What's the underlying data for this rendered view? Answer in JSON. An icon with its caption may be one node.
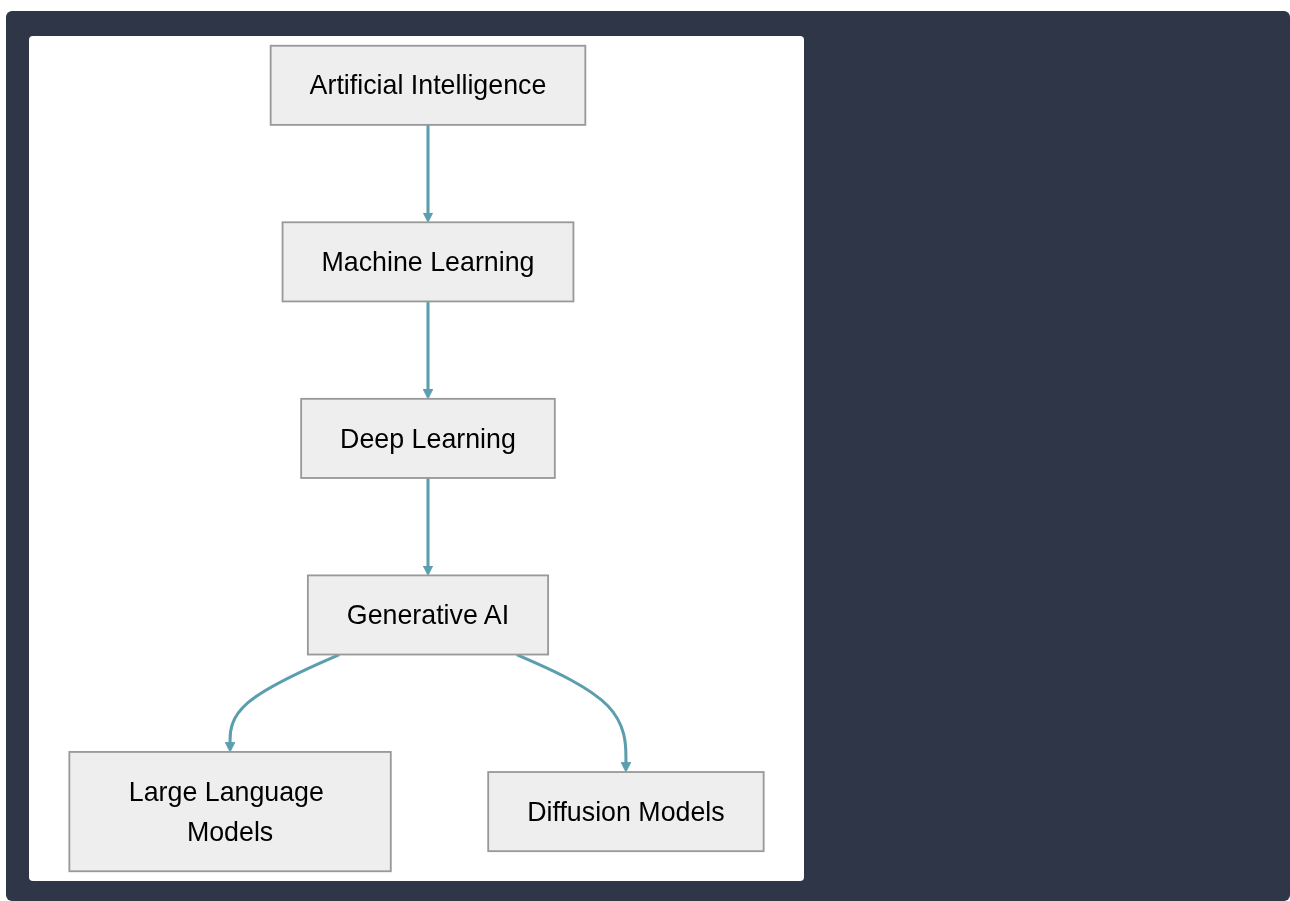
{
  "diagram": {
    "nodes": [
      {
        "text": [
          "Artificial Intelligence"
        ]
      },
      {
        "text": [
          "Machine Learning"
        ]
      },
      {
        "text": [
          "Deep Learning"
        ]
      },
      {
        "text": [
          "Generative AI"
        ]
      },
      {
        "text": [
          "Large Language Models"
        ]
      },
      {
        "text": [
          "Diffusion Models"
        ]
      }
    ],
    "edges": [
      {
        "from": 0,
        "to": 1,
        "arrow": "to"
      },
      {
        "from": 1,
        "to": 2,
        "arrow": "to"
      },
      {
        "from": 2,
        "to": 3,
        "arrow": "to"
      },
      {
        "from": 3,
        "to": 4,
        "arrow": "to"
      },
      {
        "from": 3,
        "to": 5,
        "arrow": "to"
      }
    ]
  }
}
